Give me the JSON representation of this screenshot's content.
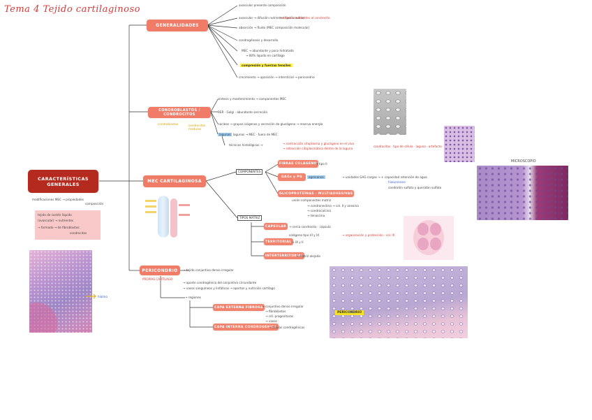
{
  "title": "Tema 4  Tejido cartilaginoso",
  "main": {
    "label_line1": "CARACTERÍSTICAS",
    "label_line2": "GENERALES",
    "note1": "modificaciones MEC → propiedades",
    "note1b": "composición",
    "box_lines": [
      "tejido de sostén líquido",
      "(avascular) → nutrientes",
      "→ formado → de fibroblastos",
      "condrocitos"
    ]
  },
  "generalidades": {
    "label": "GENERALIDADES",
    "items": [
      "avascular presente composición",
      "avascular → difusión nutrientes (pericondrio)",
      "absorción → fluido (MEC composición molecular)",
      "condrogénesis y desarrollo",
      "MEC → abundante y poco hidratada",
      "→ 80% líquido en cartílago",
      "compresión y fuerzas tensiles",
      "crecimiento → aposición → intersticial → pericondrio"
    ],
    "highlight": "compresión y fuerzas tensiles",
    "red_note": "→ difusión nutrientes al condrocito",
    "blue_note": "pericondrio"
  },
  "condroblastos": {
    "label": "CONDROBLASTOS / CONDROCITOS",
    "yellow_left": "condroblastos",
    "yellow_right": "condrocitos maduros",
    "items": [
      "síntesis y mantenimiento → componentes MEC",
      "RER · Golgi · abundante secreción",
      "núcleos → grupos isógenos y secreción de glucógeno → reserva energía",
      "lagunas → MEC · fuera de MEC",
      "técnicas histológicas →"
    ],
    "lagunas": "lagunas",
    "red_notes": [
      "→ contracción citoplasma y glucógeno en el vivo",
      "→ retracción citoplasmática dentro de la laguna"
    ],
    "red_right": "condrocitos · tipo de célula · laguna · artefacto"
  },
  "mec": {
    "label": "MEC CARTILAGINOSA",
    "componentes": "COMPONENTES",
    "fibras": "FIBRAS COLÁGENO",
    "fibras_note": "→ tipo II",
    "gags": "GAGs y PG",
    "agrecano": "agrecanos",
    "gags_note": "→ unidades GAG cargas → + capacidad retención de agua",
    "gags_note2": "hialuronano",
    "gags_note3": "condroitín sulfato y queratán sulfato",
    "glico": "GLICOPROTEÍNAS · MULTIADHESIVAS",
    "glico_notes": [
      "unión componentes matriz",
      "→ condronectina → col. II y anexina",
      "→ condrocalcina",
      "→ tenascina"
    ],
    "tipos": "TIPOS MATRIZ",
    "matriz_items": [
      "CAPSULAR",
      "TERRITORIAL",
      "INTERTERRITORIAL"
    ],
    "capsular_note": "→ cerca condrocito · cápsula",
    "capsular_note2": "colágeno tipo VI y IX",
    "capsular_red": "→ organización y protección · col. IX",
    "territorial_note": "→ IX y II",
    "inter_note": "→ matriz alejada"
  },
  "pericondrio": {
    "label": "PERICONDRIO",
    "red_sub": "PROPIAS CARTÍLAGO",
    "items": [
      "→ tejido conjuntivo denso irregular",
      "→ aporte condrogénico del conjuntivo circundante",
      "→ vasos sanguíneos y linfáticos → aportan y nutrición cartílago",
      "→ regiones"
    ],
    "capa_fibrosa": "CAPA EXTERNA FIBROSA",
    "capa_fibrosa_notes": [
      "→ conjuntivo denso irregular",
      "→ fibroblastos",
      "→ cél. progenitoras",
      "→ vasos"
    ],
    "capa_condro": "CAPA INTERNA CONDROGÉNICA",
    "capa_condro_note": "→ células condrogénicas"
  },
  "micrographs": {
    "label_top": "MICROSCOPIO",
    "label_peri": "PERICONDRIO",
    "label_bottom_left": "hialino"
  },
  "colors": {
    "node": "#f07c68",
    "main": "#b52a1e",
    "accent_red": "#d9382e",
    "highlight": "#fff14a",
    "tissue_purple": "#9b7fc4",
    "tissue_pink": "#e9a9c8"
  }
}
